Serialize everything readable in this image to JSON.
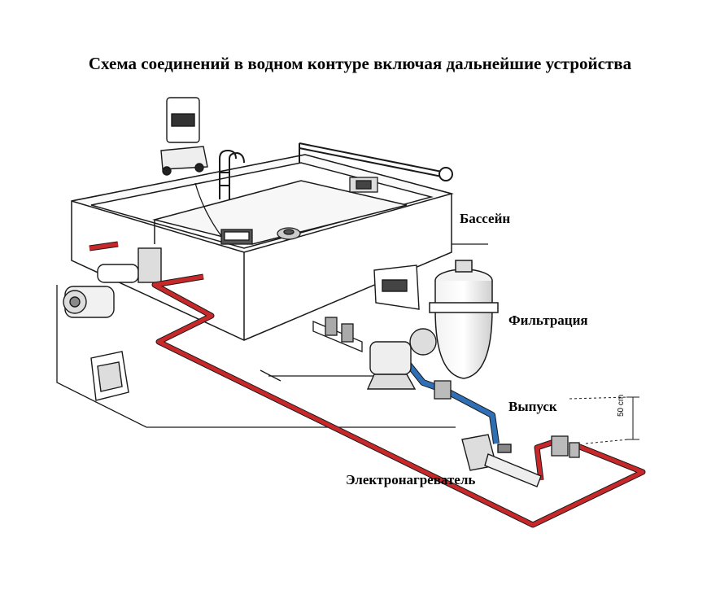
{
  "title": "Схема соединений в водном контуре включая дальнейшие устройства",
  "labels": {
    "pool": "Бассейн",
    "filtration": "Фильтрация",
    "outlet": "Выпуск",
    "heater": "Электронагреватель",
    "height_mark": "50 cm"
  },
  "colors": {
    "hot_pipe": "#c8282a",
    "cold_pipe": "#2f6fb5",
    "outline": "#1a1a1a"
  }
}
